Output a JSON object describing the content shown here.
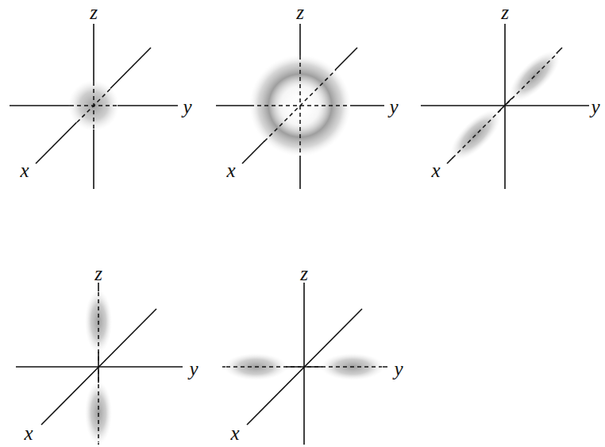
{
  "diagram": {
    "labels": [
      "z",
      "y",
      "x",
      "z",
      "y",
      "x",
      "z",
      "y",
      "x",
      "z",
      "y",
      "x",
      "z",
      "y",
      "x"
    ]
  }
}
